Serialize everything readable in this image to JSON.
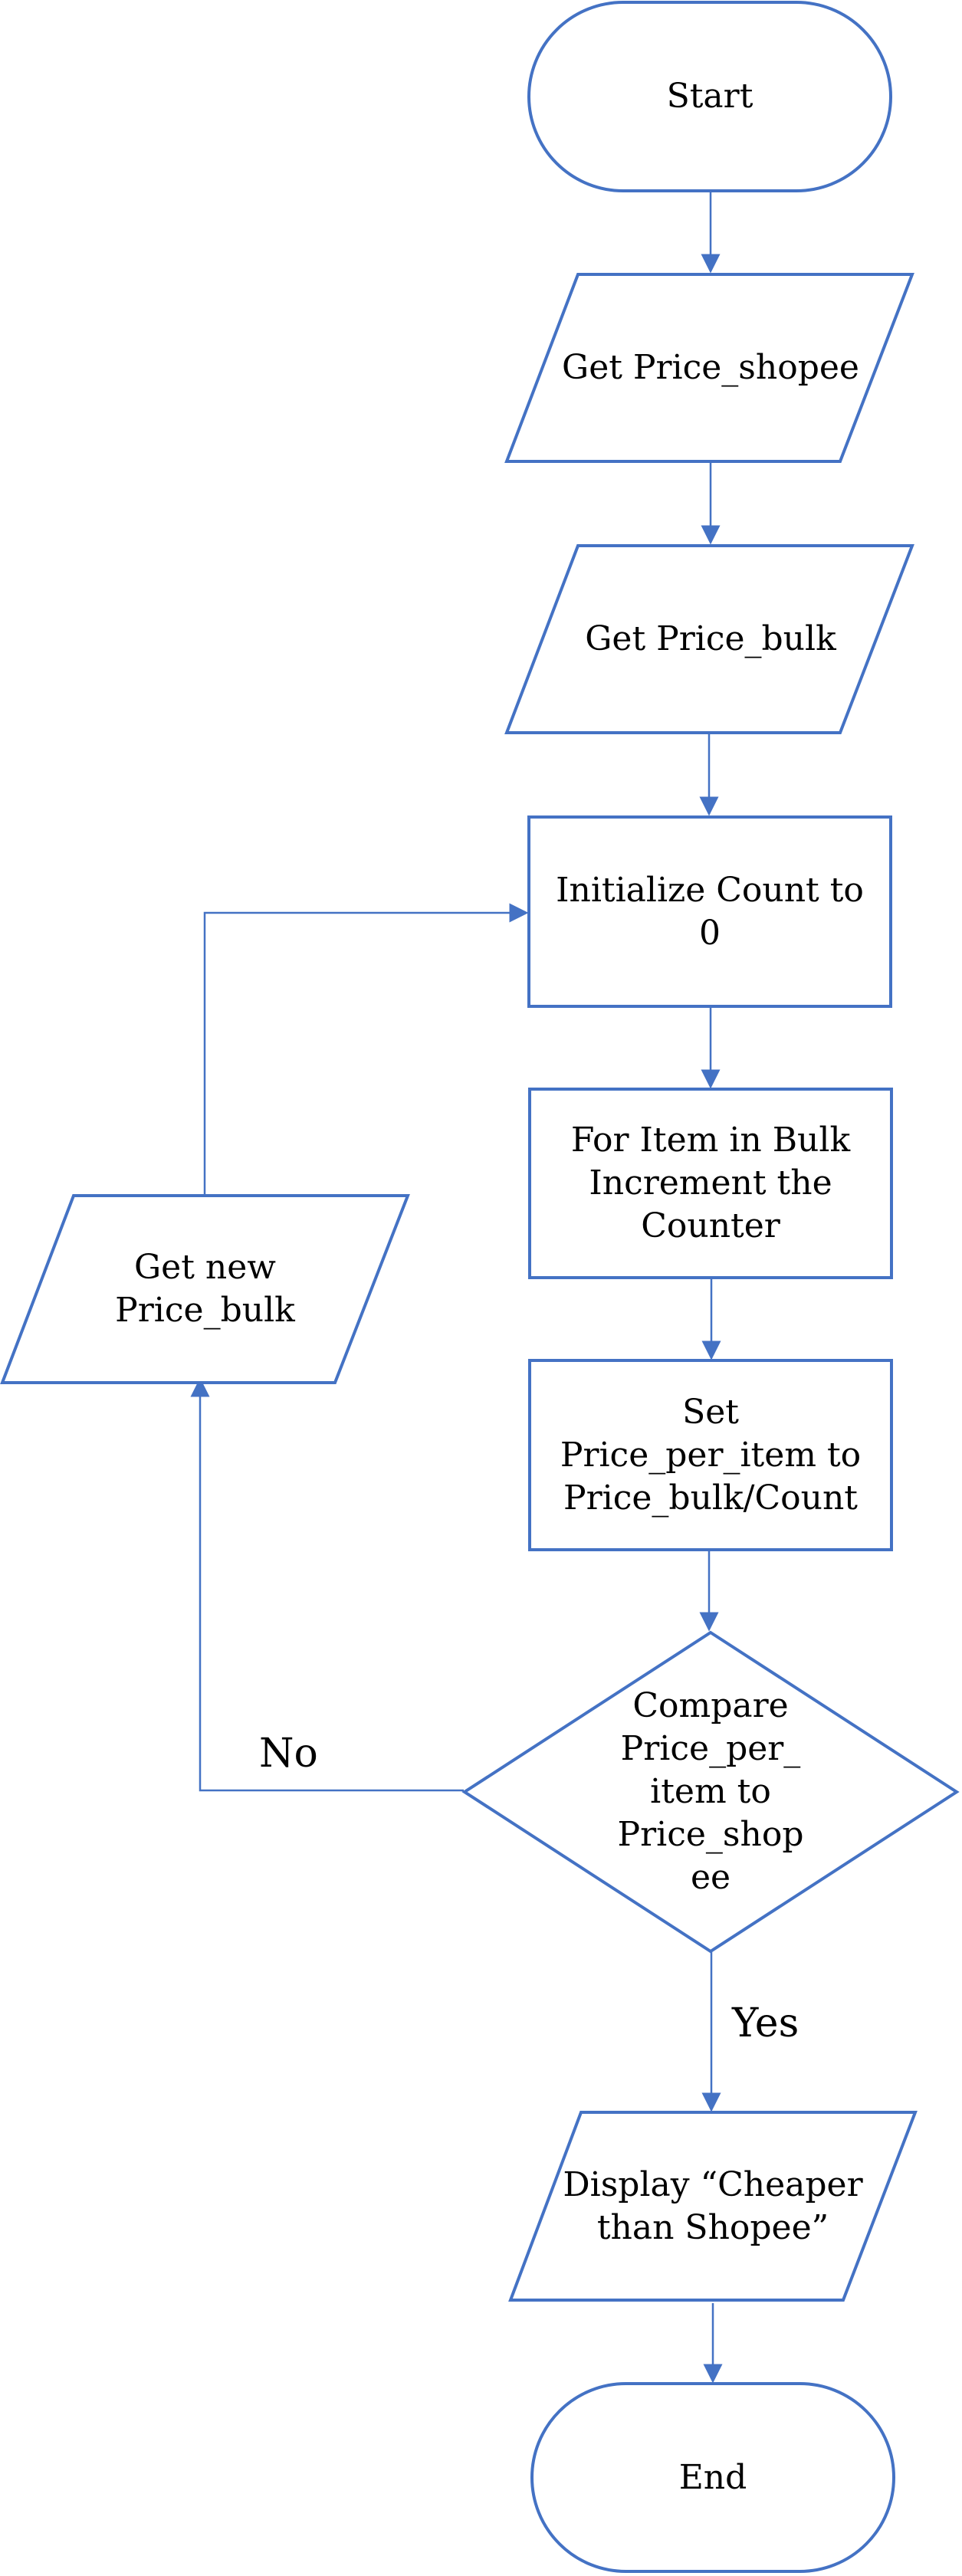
{
  "colors": {
    "stroke": "#4472C4",
    "text": "#000000",
    "background": "#FFFFFF"
  },
  "nodes": {
    "start": {
      "label": "Start"
    },
    "get_price_shopee": {
      "label": "Get Price_shopee"
    },
    "get_price_bulk": {
      "label": "Get Price_bulk"
    },
    "init_count": {
      "label": "Initialize Count to\n0"
    },
    "for_item": {
      "label": "For Item in Bulk\nIncrement the\nCounter"
    },
    "set_price_per_item": {
      "label": "Set\nPrice_per_item to\nPrice_bulk/Count"
    },
    "compare": {
      "label": "Compare\nPrice_per_\nitem to\nPrice_shop\nee"
    },
    "get_new_price_bulk": {
      "label": "Get new\nPrice_bulk"
    },
    "display": {
      "label": "Display “Cheaper\nthan Shopee”"
    },
    "end": {
      "label": "End"
    }
  },
  "edges": {
    "no": {
      "label": "No"
    },
    "yes": {
      "label": "Yes"
    }
  }
}
